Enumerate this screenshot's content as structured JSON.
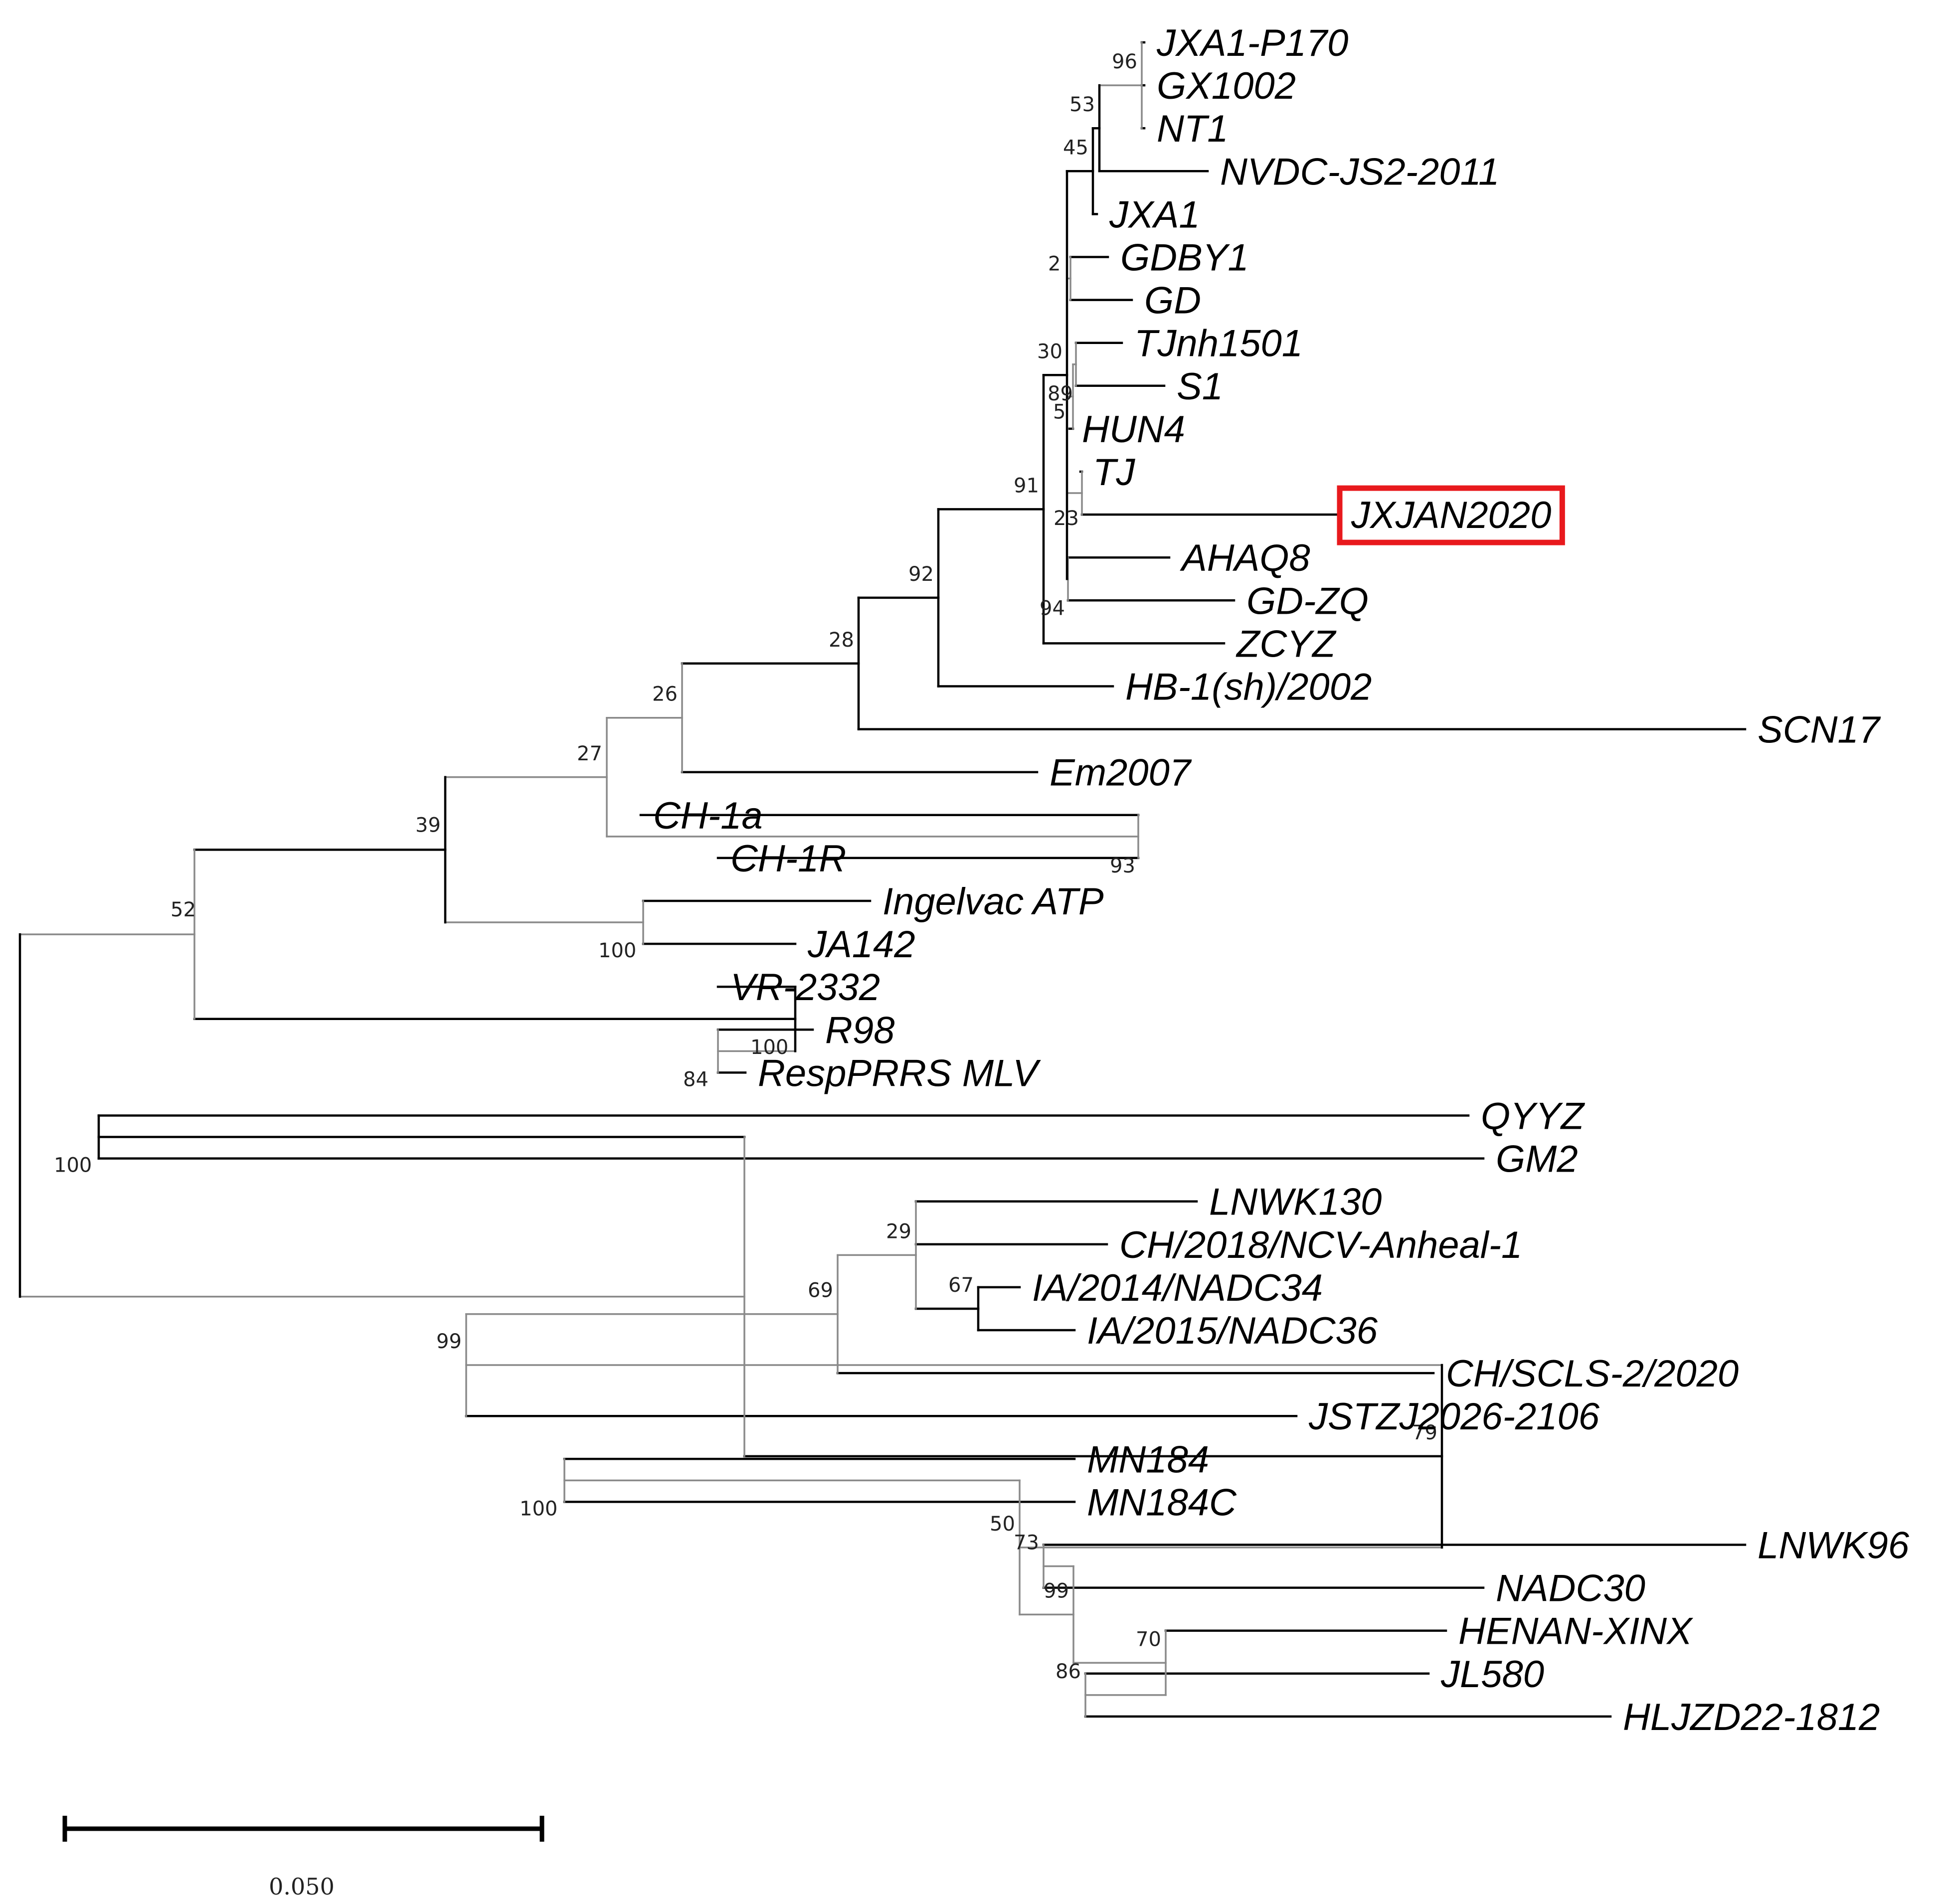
{
  "colors": {
    "branch_dark": "#000000",
    "branch_light": "#8a8a8a",
    "highlight_box": "#e8191d"
  },
  "highlight_leaf": "JXJAN2020",
  "scale_bar": {
    "label": "0.050"
  },
  "tree": {
    "children": [
      {
        "bootstrap": "52",
        "children": [
          {
            "bootstrap": "39",
            "children": [
              {
                "bootstrap": "27",
                "children": [
                  {
                    "bootstrap": "26",
                    "children": [
                      {
                        "bootstrap": "28",
                        "children": [
                          {
                            "bootstrap": "92",
                            "children": [
                              {
                                "bootstrap": "91",
                                "children": [
                                  {
                                    "bootstrap": "30",
                                    "children": [
                                      {
                                        "bootstrap": "45",
                                        "children": [
                                          {
                                            "bootstrap": "53",
                                            "children": [
                                              {
                                                "bootstrap": "96",
                                                "children": [
                                                  {
                                                    "name": "JXA1-P170"
                                                  },
                                                  {
                                                    "name": "GX1002"
                                                  },
                                                  {
                                                    "name": "NT1"
                                                  }
                                                ]
                                              },
                                              {
                                                "name": "NVDC-JS2-2011"
                                              }
                                            ]
                                          },
                                          {
                                            "name": "JXA1"
                                          }
                                        ]
                                      },
                                      {
                                        "bootstrap": "2",
                                        "children": [
                                          {
                                            "name": "GDBY1"
                                          },
                                          {
                                            "name": "GD"
                                          }
                                        ]
                                      },
                                      {
                                        "bootstrap": "5",
                                        "children": [
                                          {
                                            "bootstrap": "89",
                                            "children": [
                                              {
                                                "name": "TJnh1501"
                                              },
                                              {
                                                "name": "S1"
                                              }
                                            ]
                                          },
                                          {
                                            "name": "HUN4"
                                          }
                                        ]
                                      },
                                      {
                                        "bootstrap": "23",
                                        "children": [
                                          {
                                            "name": "TJ"
                                          },
                                          {
                                            "name": "JXJAN2020"
                                          }
                                        ]
                                      },
                                      {
                                        "bootstrap": "94",
                                        "children": [
                                          {
                                            "name": "AHAQ8"
                                          },
                                          {
                                            "name": "GD-ZQ"
                                          }
                                        ]
                                      }
                                    ]
                                  },
                                  {
                                    "name": "ZCYZ"
                                  }
                                ]
                              },
                              {
                                "name": "HB-1(sh)/2002"
                              }
                            ]
                          },
                          {
                            "name": "SCN17"
                          }
                        ]
                      },
                      {
                        "name": "Em2007"
                      }
                    ]
                  },
                  {
                    "bootstrap": "93",
                    "children": [
                      {
                        "name": "CH-1a"
                      },
                      {
                        "name": "CH-1R"
                      }
                    ]
                  }
                ]
              },
              {
                "bootstrap": "100",
                "children": [
                  {
                    "name": "Ingelvac ATP"
                  },
                  {
                    "name": "JA142"
                  }
                ]
              }
            ]
          },
          {
            "bootstrap": "100",
            "children": [
              {
                "name": "VR-2332"
              },
              {
                "bootstrap": "84",
                "children": [
                  {
                    "name": "R98"
                  },
                  {
                    "name": "RespPRRS MLV"
                  }
                ]
              }
            ]
          }
        ]
      },
      {
        "children": [
          {
            "bootstrap": "100",
            "children": [
              {
                "name": "QYYZ"
              },
              {
                "name": "GM2"
              }
            ]
          },
          {
            "bootstrap": "79",
            "children": [
              {
                "bootstrap": "99",
                "children": [
                  {
                    "bootstrap": "69",
                    "children": [
                      {
                        "bootstrap": "29",
                        "children": [
                          {
                            "name": "LNWK130"
                          },
                          {
                            "name": "CH/2018/NCV-Anheal-1"
                          },
                          {
                            "bootstrap": "67",
                            "children": [
                              {
                                "name": "IA/2014/NADC34"
                              },
                              {
                                "name": "IA/2015/NADC36"
                              }
                            ]
                          }
                        ]
                      },
                      {
                        "name": "CH/SCLS-2/2020"
                      }
                    ]
                  },
                  {
                    "name": "JSTZJ2026-2106"
                  }
                ]
              },
              {
                "bootstrap": "50",
                "children": [
                  {
                    "bootstrap": "100",
                    "children": [
                      {
                        "name": "MN184"
                      },
                      {
                        "name": "MN184C"
                      }
                    ]
                  },
                  {
                    "bootstrap": "99",
                    "children": [
                      {
                        "bootstrap": "73",
                        "children": [
                          {
                            "name": "LNWK96"
                          },
                          {
                            "name": "NADC30"
                          }
                        ]
                      },
                      {
                        "bootstrap": "70",
                        "children": [
                          {
                            "name": "HENAN-XINX"
                          },
                          {
                            "bootstrap": "86",
                            "children": [
                              {
                                "name": "JL580"
                              },
                              {
                                "name": "HLJZD22-1812"
                              }
                            ]
                          }
                        ]
                      }
                    ]
                  }
                ]
              }
            ]
          }
        ]
      }
    ]
  }
}
